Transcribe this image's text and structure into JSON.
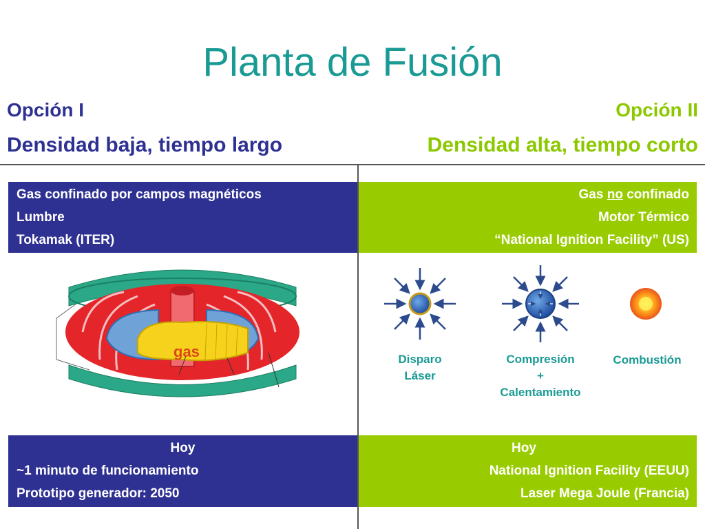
{
  "title": "Planta de Fusión",
  "option1": {
    "heading": "Opción I",
    "subheading": "Densidad baja, tiempo largo",
    "top_box": [
      "Gas confinado por campos magnéticos",
      "Lumbre",
      "Tokamak (ITER)"
    ],
    "bottom_box": [
      "Hoy",
      "~1 minuto de funcionamiento",
      "Prototipo generador: 2050"
    ],
    "diagram_gas_label": "gas"
  },
  "option2": {
    "heading": "Opción II",
    "subheading": "Densidad alta, tiempo corto",
    "top_box": {
      "line1_pre": "Gas ",
      "line1_underlined": "no",
      "line1_post": " confinado",
      "line2": "Motor Térmico",
      "line3": "“National Ignition Facility” (US)"
    },
    "stages": [
      {
        "label_lines": [
          "Disparo",
          "Láser"
        ]
      },
      {
        "label_lines": [
          "Compresión",
          "+",
          "Calentamiento"
        ]
      },
      {
        "label_lines": [
          "Combustión"
        ]
      }
    ],
    "bottom_box": [
      "Hoy",
      "National Ignition Facility (EEUU)",
      "Laser Mega Joule (Francia)"
    ]
  },
  "colors": {
    "title": "#1a9a94",
    "option1": "#2e3192",
    "option2": "#99cc00",
    "stage_label": "#1a9a94"
  }
}
